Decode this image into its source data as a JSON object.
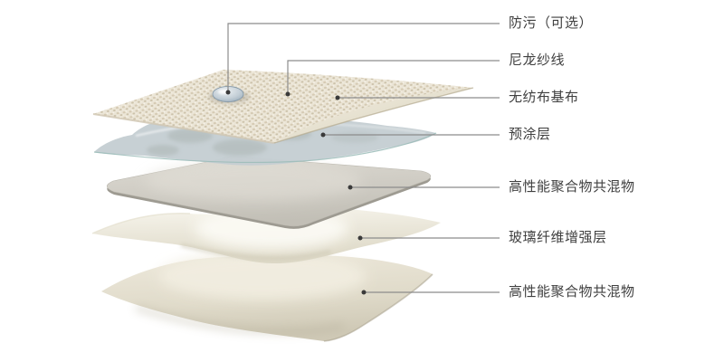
{
  "page": {
    "background_color": "#ffffff",
    "type": "product-structure-exploded-diagram",
    "subject": "carpet tile layer construction"
  },
  "diagram": {
    "leader_line_color": "#8c8c8c",
    "label_text_color": "#3f3f3f",
    "labels": [
      {
        "id": "antifouling",
        "text": "防污（可选）"
      },
      {
        "id": "nylon-yarn",
        "text": "尼龙纱线"
      },
      {
        "id": "nonwoven-base",
        "text": "无纺布基布"
      },
      {
        "id": "precoat",
        "text": "预涂层"
      },
      {
        "id": "polymer-blend-top",
        "text": "高性能聚合物共混物"
      },
      {
        "id": "glass-fiber",
        "text": "玻璃纤维增强层"
      },
      {
        "id": "polymer-blend-bottom",
        "text": "高性能聚合物共混物"
      }
    ],
    "layers": [
      {
        "name": "water-droplet",
        "color": "#b4c3cf"
      },
      {
        "name": "tufted-carpet-surface",
        "color": "#eae4d4"
      },
      {
        "name": "nonwoven-backing-curl",
        "color": "#e9e2cf"
      },
      {
        "name": "precoat-sheet",
        "color": "#c4cdd2"
      },
      {
        "name": "polymer-slab",
        "color": "#cfccc4"
      },
      {
        "name": "glass-fiber-sheet",
        "color": "#efecdf"
      },
      {
        "name": "bottom-polymer-sheet",
        "color": "#e2ddcd"
      }
    ]
  }
}
